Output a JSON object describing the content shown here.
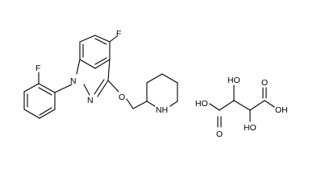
{
  "atoms": {
    "top_f": "F",
    "aryl_f": "F",
    "n1": "N",
    "n2": "N",
    "ether_o": "O",
    "piperidine_nh": "NH",
    "ho_left_acid": "HO",
    "ho_upper": "HO",
    "ho_lower": "HO",
    "o_left_carbonyl": "O",
    "o_right_carbonyl": "O",
    "oh_right_acid": "OH"
  },
  "colors": {
    "ink": "#000000",
    "background": "#ffffff"
  }
}
